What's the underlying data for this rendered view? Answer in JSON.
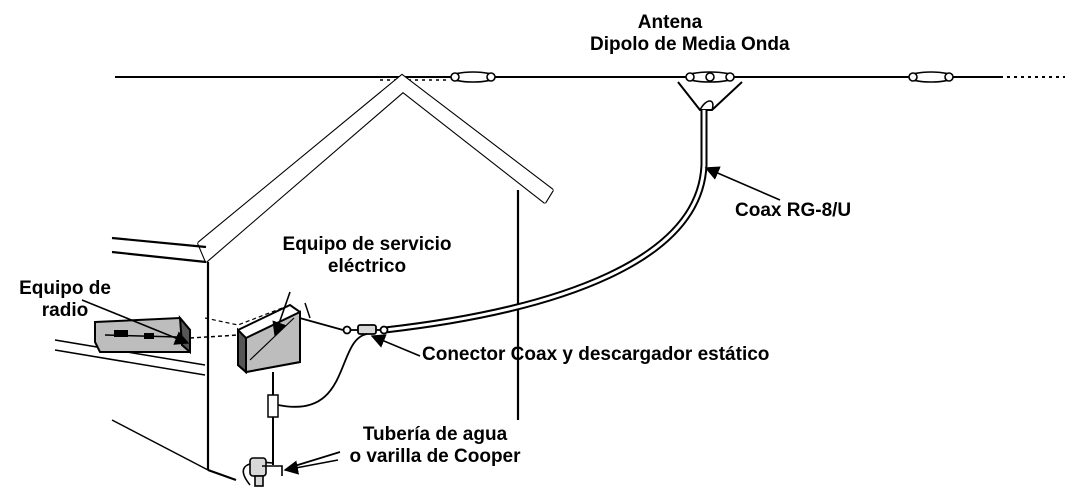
{
  "labels": {
    "antenna_line1": "Antena",
    "antenna_line2": "Dipolo de Media Onda",
    "coax": "Coax RG-8/U",
    "service_line1": "Equipo de servicio",
    "service_line2": "eléctrico",
    "radio_line1": "Equipo de",
    "radio_line2": "radio",
    "connector": "Conector Coax  y descargador estático",
    "ground_line1": "Tubería de agua",
    "ground_line2": "o varilla  de Cooper"
  },
  "icons": {
    "insulator": "insulator-icon",
    "service_box": "electric-meter-box-icon",
    "radio": "radio-equipment-icon",
    "connector": "coax-connector-icon",
    "faucet": "water-faucet-icon"
  },
  "colors": {
    "ink": "#000000",
    "wall_fill": "#ffffff",
    "shade": "#d8d8d8",
    "box_fill": "#bdbdbd"
  }
}
